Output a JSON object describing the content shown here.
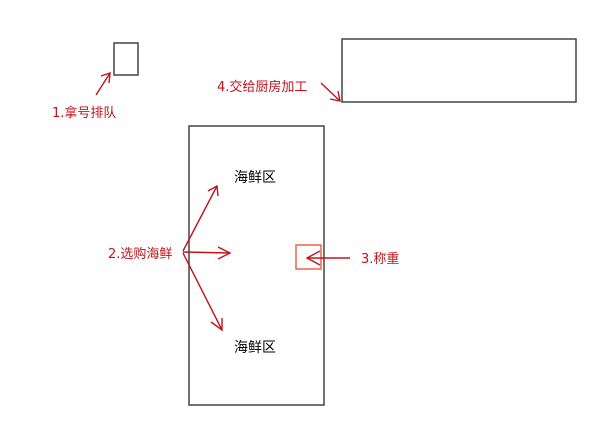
{
  "labels": {
    "step1": "1.拿号排队",
    "step2": "2.选购海鲜",
    "step3": "3.称重",
    "step4": "4.交给厨房加工",
    "zone_top": "海鲜区",
    "zone_bottom": "海鲜区"
  },
  "colors": {
    "accent": "#c0141c",
    "scale_box": "#e8664a",
    "box": "#444444"
  }
}
